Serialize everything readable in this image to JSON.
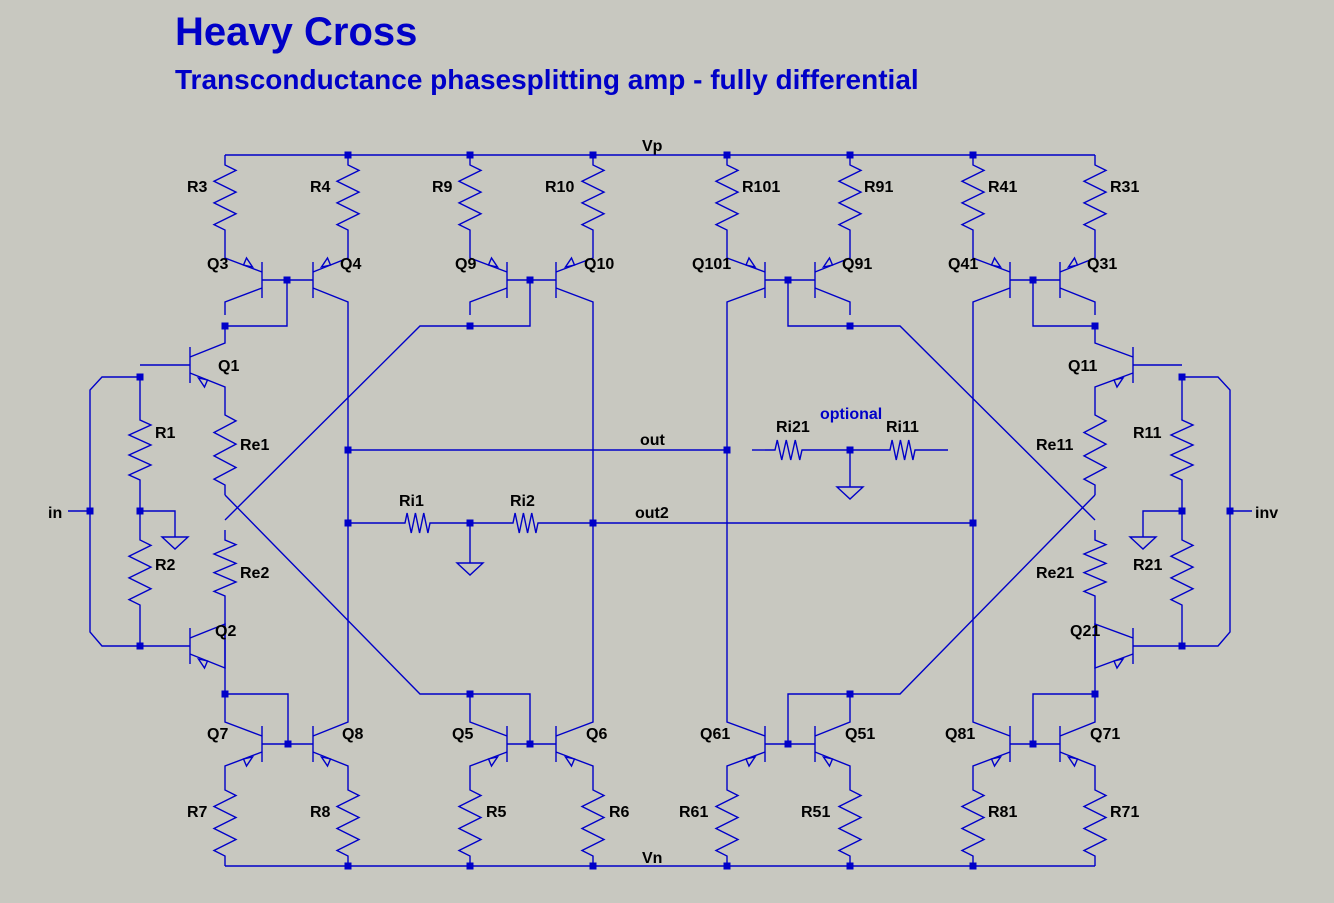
{
  "header": {
    "title": "Heavy Cross",
    "subtitle": "Transconductance phasesplitting amp - fully differential"
  },
  "nets": {
    "vp": "Vp",
    "vn": "Vn",
    "out": "out",
    "out2": "out2",
    "in": "in",
    "inv": "inv",
    "optional": "optional"
  },
  "resistors": {
    "R3": "R3",
    "R4": "R4",
    "R9": "R9",
    "R10": "R10",
    "R101": "R101",
    "R91": "R91",
    "R41": "R41",
    "R31": "R31",
    "R1": "R1",
    "Re1": "Re1",
    "R2": "R2",
    "Re2": "Re2",
    "R11": "R11",
    "Re11": "Re11",
    "R21": "R21",
    "Re21": "Re21",
    "R7": "R7",
    "R8": "R8",
    "R5": "R5",
    "R6": "R6",
    "R61": "R61",
    "R51": "R51",
    "R81": "R81",
    "R71": "R71",
    "Ri1": "Ri1",
    "Ri2": "Ri2",
    "Ri21": "Ri21",
    "Ri11": "Ri11"
  },
  "transistors": {
    "Q3": "Q3",
    "Q4": "Q4",
    "Q9": "Q9",
    "Q10": "Q10",
    "Q101": "Q101",
    "Q91": "Q91",
    "Q41": "Q41",
    "Q31": "Q31",
    "Q1": "Q1",
    "Q2": "Q2",
    "Q11": "Q11",
    "Q21": "Q21",
    "Q7": "Q7",
    "Q8": "Q8",
    "Q5": "Q5",
    "Q6": "Q6",
    "Q61": "Q61",
    "Q51": "Q51",
    "Q81": "Q81",
    "Q71": "Q71"
  },
  "colors": {
    "background": "#c8c8c0",
    "wire": "#0000c8",
    "label": "#000000",
    "title": "#0000c8"
  }
}
